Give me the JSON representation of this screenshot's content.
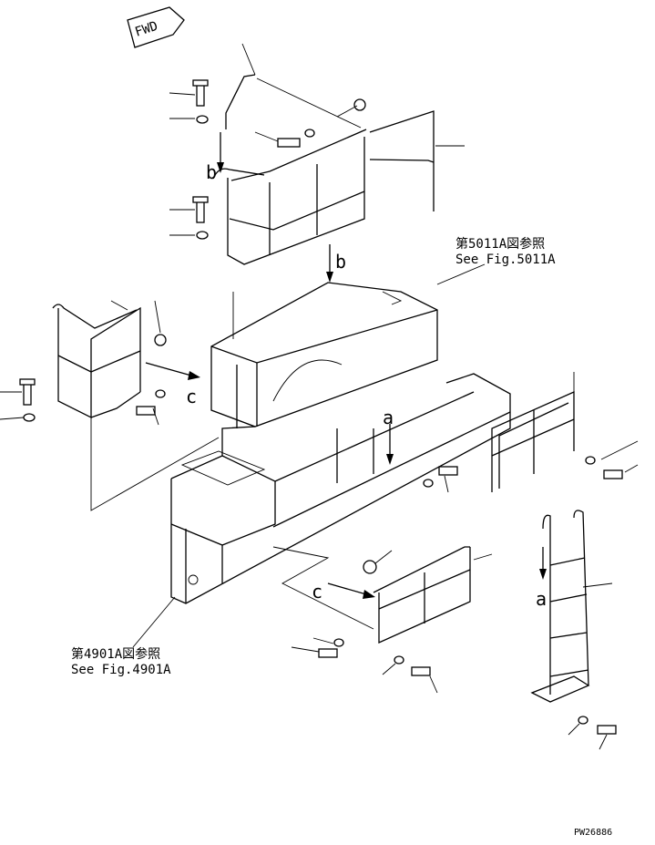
{
  "diagram": {
    "fwd_label": "FWD",
    "ref_5011a_jp": "第5011A図参照",
    "ref_5011a_en": "See Fig.5011A",
    "ref_4901a_jp": "第4901A図参照",
    "ref_4901a_en": "See Fig.4901A",
    "label_a": "a",
    "label_b": "b",
    "label_c": "c",
    "drawing_code": "PW26886"
  }
}
